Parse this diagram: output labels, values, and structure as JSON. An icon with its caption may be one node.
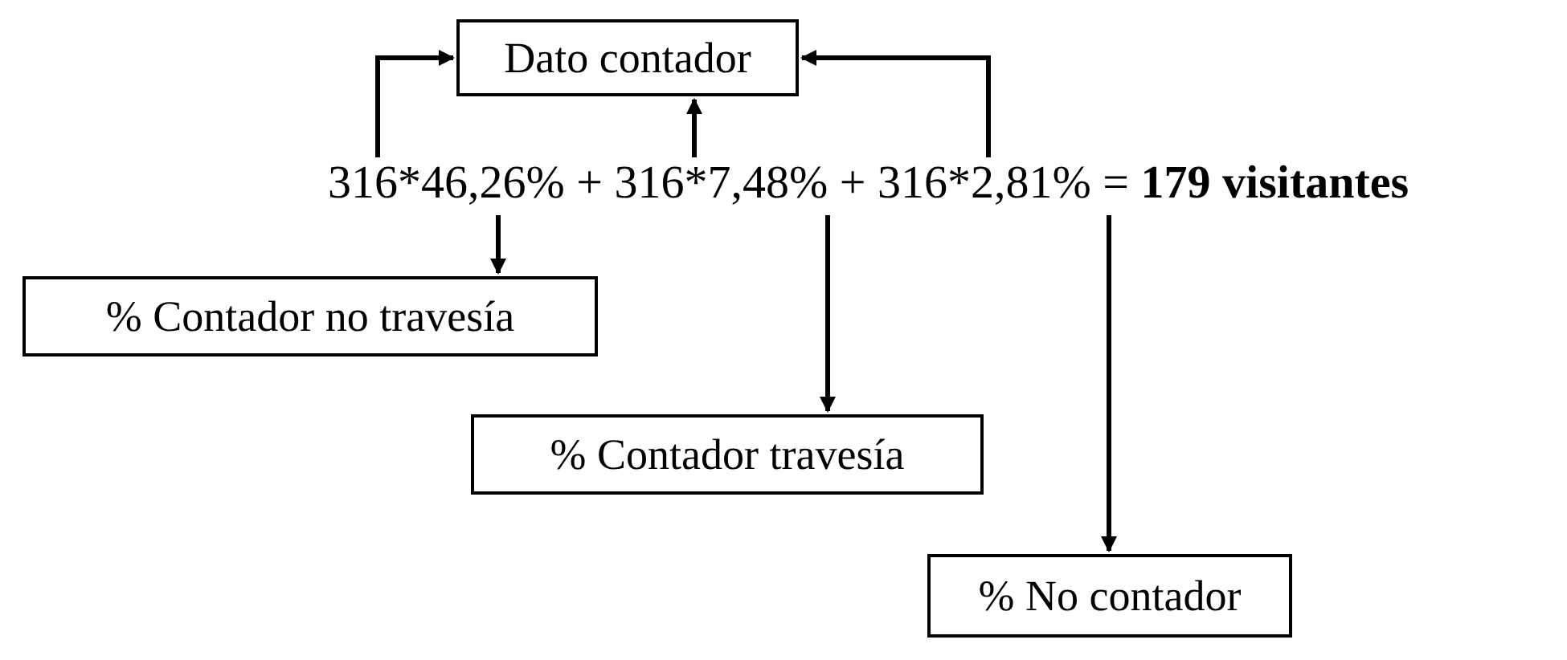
{
  "diagram": {
    "nodes": [
      {
        "text": [
          "Dato contador"
        ]
      },
      {
        "text": [
          "316*46,26% + 316*7,48% + 316*2,81% = **179 visitantes**"
        ]
      },
      {
        "text": [
          "% Contador no travesía"
        ]
      },
      {
        "text": [
          "% Contador travesía"
        ]
      },
      {
        "text": [
          "% No contador"
        ]
      }
    ],
    "edges": [
      {
        "from": 1,
        "to": 0,
        "arrow": "to"
      },
      {
        "from": 1,
        "to": 0,
        "arrow": "to"
      },
      {
        "from": 1,
        "to": 0,
        "arrow": "to"
      },
      {
        "from": 1,
        "to": 2,
        "arrow": "to"
      },
      {
        "from": 1,
        "to": 3,
        "arrow": "to"
      },
      {
        "from": 1,
        "to": 4,
        "arrow": "to"
      }
    ]
  }
}
